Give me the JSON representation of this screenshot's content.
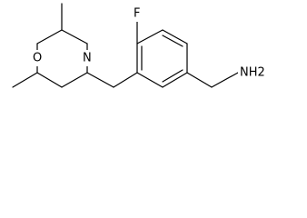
{
  "molecule": {
    "atoms": {
      "F": "F",
      "O": "O",
      "N": "N",
      "NH2": "NH2"
    }
  },
  "colors": {
    "background": "#ffffff",
    "bond": "#000000",
    "text": "#000000"
  }
}
